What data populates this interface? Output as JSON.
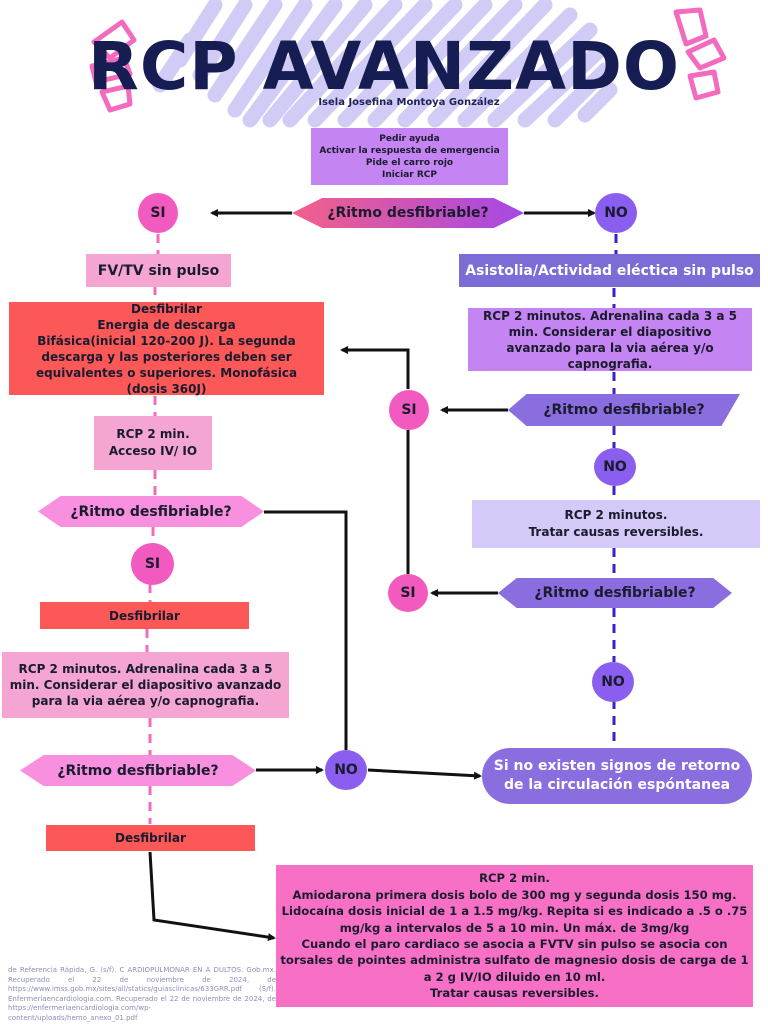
{
  "title": "RCP AVANZADO",
  "author": "Isela Josefina Montoya González",
  "colors": {
    "navy": "#161d52",
    "pink": "#f98fcf",
    "hotpink": "#f35abf",
    "salmon": "#fc5858",
    "lightpink": "#f4a5d2",
    "purple": "#8a5ff0",
    "lavender": "#c484f2",
    "lightlavender": "#d5c9f8",
    "deco": "#c9c3f4"
  },
  "nodes": {
    "start": "Pedir ayuda\nActivar la respuesta de emergencia\nPide el carro rojo\nIniciar RCP",
    "q1": "¿Ritmo desfibriable?",
    "si1": "SI",
    "no1": "NO",
    "fv": "FV/TV sin pulso",
    "asist": "Asistolia/Actividad eléctica sin pulso",
    "desf1": "Desfibrilar\nEnergia de descarga\nBifásica(inicial 120-200 J). La segunda descarga y las posteriores deben ser equivalentes o superiores. Monofásica (dosis 360J)",
    "rcp_right1": "RCP 2 minutos. Adrenalina cada 3 a 5 min. Considerar el diapositivo avanzado para la via aérea y/o capnografia.",
    "si_mid1": "SI",
    "q_right1": "¿Ritmo desfibriable?",
    "rcp_acc": "RCP 2 min.\nAcceso IV/ IO",
    "no_right1": "NO",
    "rcp_right2": "RCP 2 minutos.\nTratar causas reversibles.",
    "q_left2": "¿Ritmo desfibriable?",
    "si_left2": "SI",
    "si_mid2": "SI",
    "q_right2": "¿Ritmo desfibriable?",
    "desf2": "Desfibrilar",
    "no_right2": "NO",
    "rcp_left2": "RCP 2 minutos. Adrenalina cada 3 a 5 min. Considerar el diapositivo avanzado para la via aérea y/o capnografia.",
    "q_left3": "¿Ritmo desfibriable?",
    "no_mid": "NO",
    "end": "Si no existen signos de retorno de la circulación espóntanea",
    "desf3": "Desfibrilar",
    "final": "RCP 2 min.\nAmiodarona primera dosis bolo de 300 mg y segunda dosis 150 mg.\nLidocaína dosis inicial de 1 a 1.5 mg/kg. Repita si es indicado a .5 o .75 mg/kg a intervalos de 5 a 10 min. Un máx. de 3mg/kg\nCuando el paro cardiaco se asocia a FVTV sin pulso se asocia con torsales de pointes administra sulfato de magnesio dosis de carga de 1 a 2 g IV/IO diluido en 10 ml.\nTratar causas reversibles."
  },
  "references": "de Referencia Rápida, G. (s/f). C ARDIOPULMONAR EN A DULTOS. Gob.mx. Recuperado el 22 de noviembre de 2024, de https://www.imss.gob.mx/sites/all/statics/guiasclinicas/633GRR.pdf (S/f). Enfermeriaencardiologia.com. Recuperado el 22 de noviembre de 2024, de https://enfermeriaencardiologia.com/wp-content/uploads/hemo_anexo_01.pdf"
}
